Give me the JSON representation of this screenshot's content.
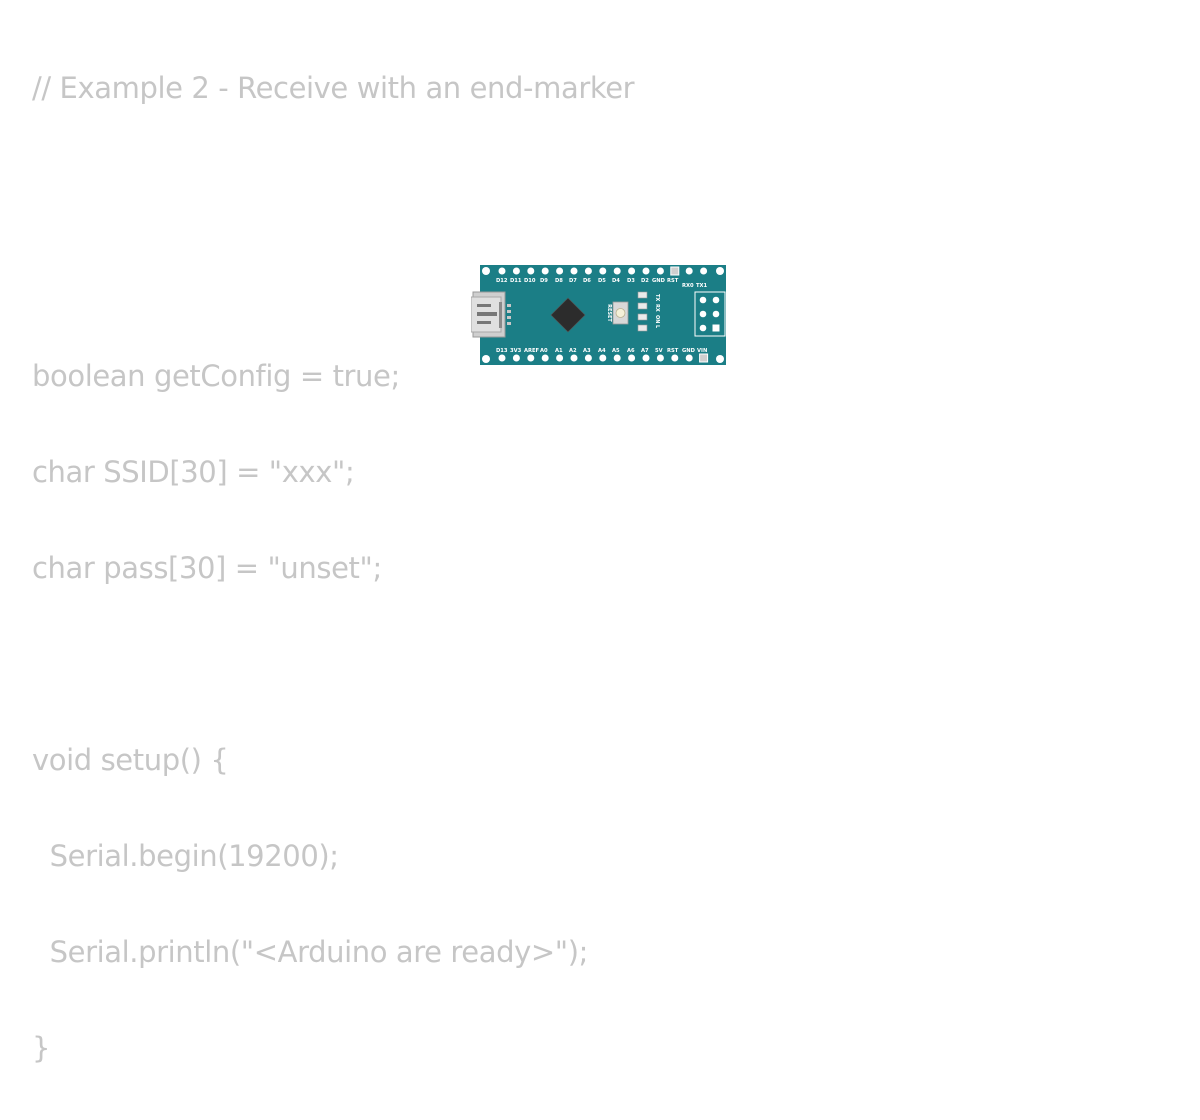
{
  "code": {
    "lines": [
      "// Example 2 - Receive with an end-marker",
      "",
      "",
      "boolean getConfig = true;",
      "char SSID[30] = \"xxx\";",
      "char pass[30] = \"unset\";",
      "",
      "void setup() {",
      "  Serial.begin(19200);",
      "  Serial.println(\"<Arduino are ready>\");",
      "}"
    ]
  },
  "board": {
    "icon": "arduino-nano-board",
    "color": "#1b7e86",
    "top_pin_labels": [
      "D12",
      "D11",
      "D10",
      "D9",
      "D8",
      "D7",
      "D6",
      "D5",
      "D4",
      "D3",
      "D2",
      "GND",
      "RST"
    ],
    "bottom_pin_labels": [
      "D13",
      "3V3",
      "AREF",
      "A0",
      "A1",
      "A2",
      "A3",
      "A4",
      "A5",
      "A6",
      "A7",
      "5V",
      "RST",
      "GND",
      "VIN"
    ],
    "serial_labels": [
      "RX0",
      "TX1"
    ],
    "led_labels": [
      "TX",
      "RX",
      "ON",
      "L"
    ],
    "reset_label": "RESET"
  }
}
